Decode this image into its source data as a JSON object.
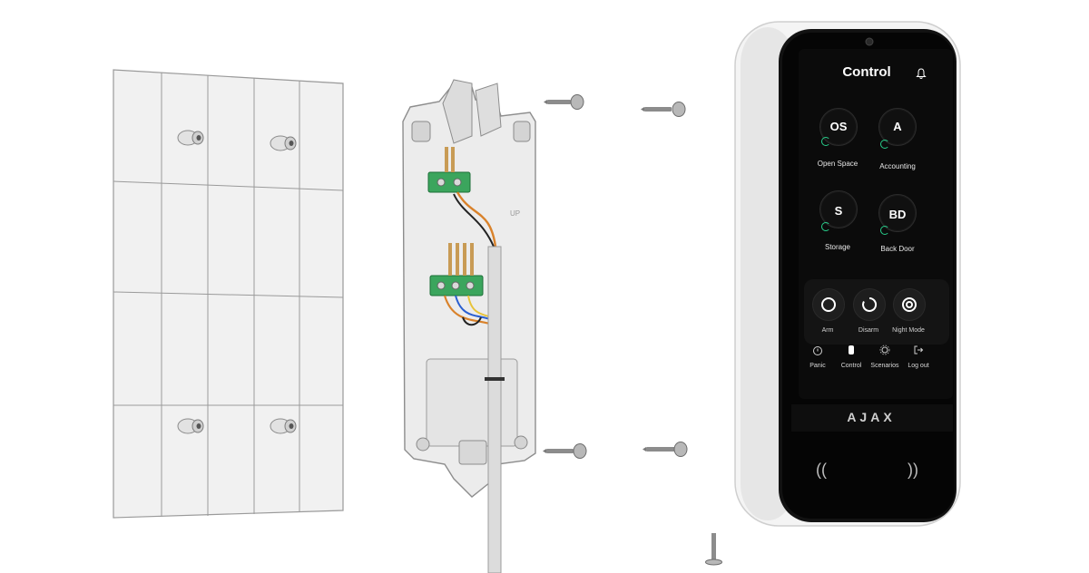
{
  "keypad": {
    "screen_title": "Control",
    "header_icon": "bell-icon",
    "zones": [
      {
        "abbr": "OS",
        "name": "Open Space"
      },
      {
        "abbr": "A",
        "name": "Accounting"
      },
      {
        "abbr": "S",
        "name": "Storage"
      },
      {
        "abbr": "BD",
        "name": "Back Door"
      }
    ],
    "modes": [
      {
        "label": "Arm",
        "icon": "arm-icon"
      },
      {
        "label": "Disarm",
        "icon": "disarm-icon"
      },
      {
        "label": "Night Mode",
        "icon": "night-mode-icon"
      }
    ],
    "nav": [
      {
        "label": "Panic",
        "icon": "panic-icon"
      },
      {
        "label": "Control",
        "icon": "control-icon"
      },
      {
        "label": "Scenarios",
        "icon": "scenarios-icon"
      },
      {
        "label": "Log out",
        "icon": "logout-icon"
      }
    ],
    "brand": "AJAX",
    "colors": {
      "screen": "#0b0b0b",
      "body": "#f4f4f4",
      "status_ring": "#28d18d"
    }
  },
  "mounting_panel": {
    "label": "UP"
  }
}
